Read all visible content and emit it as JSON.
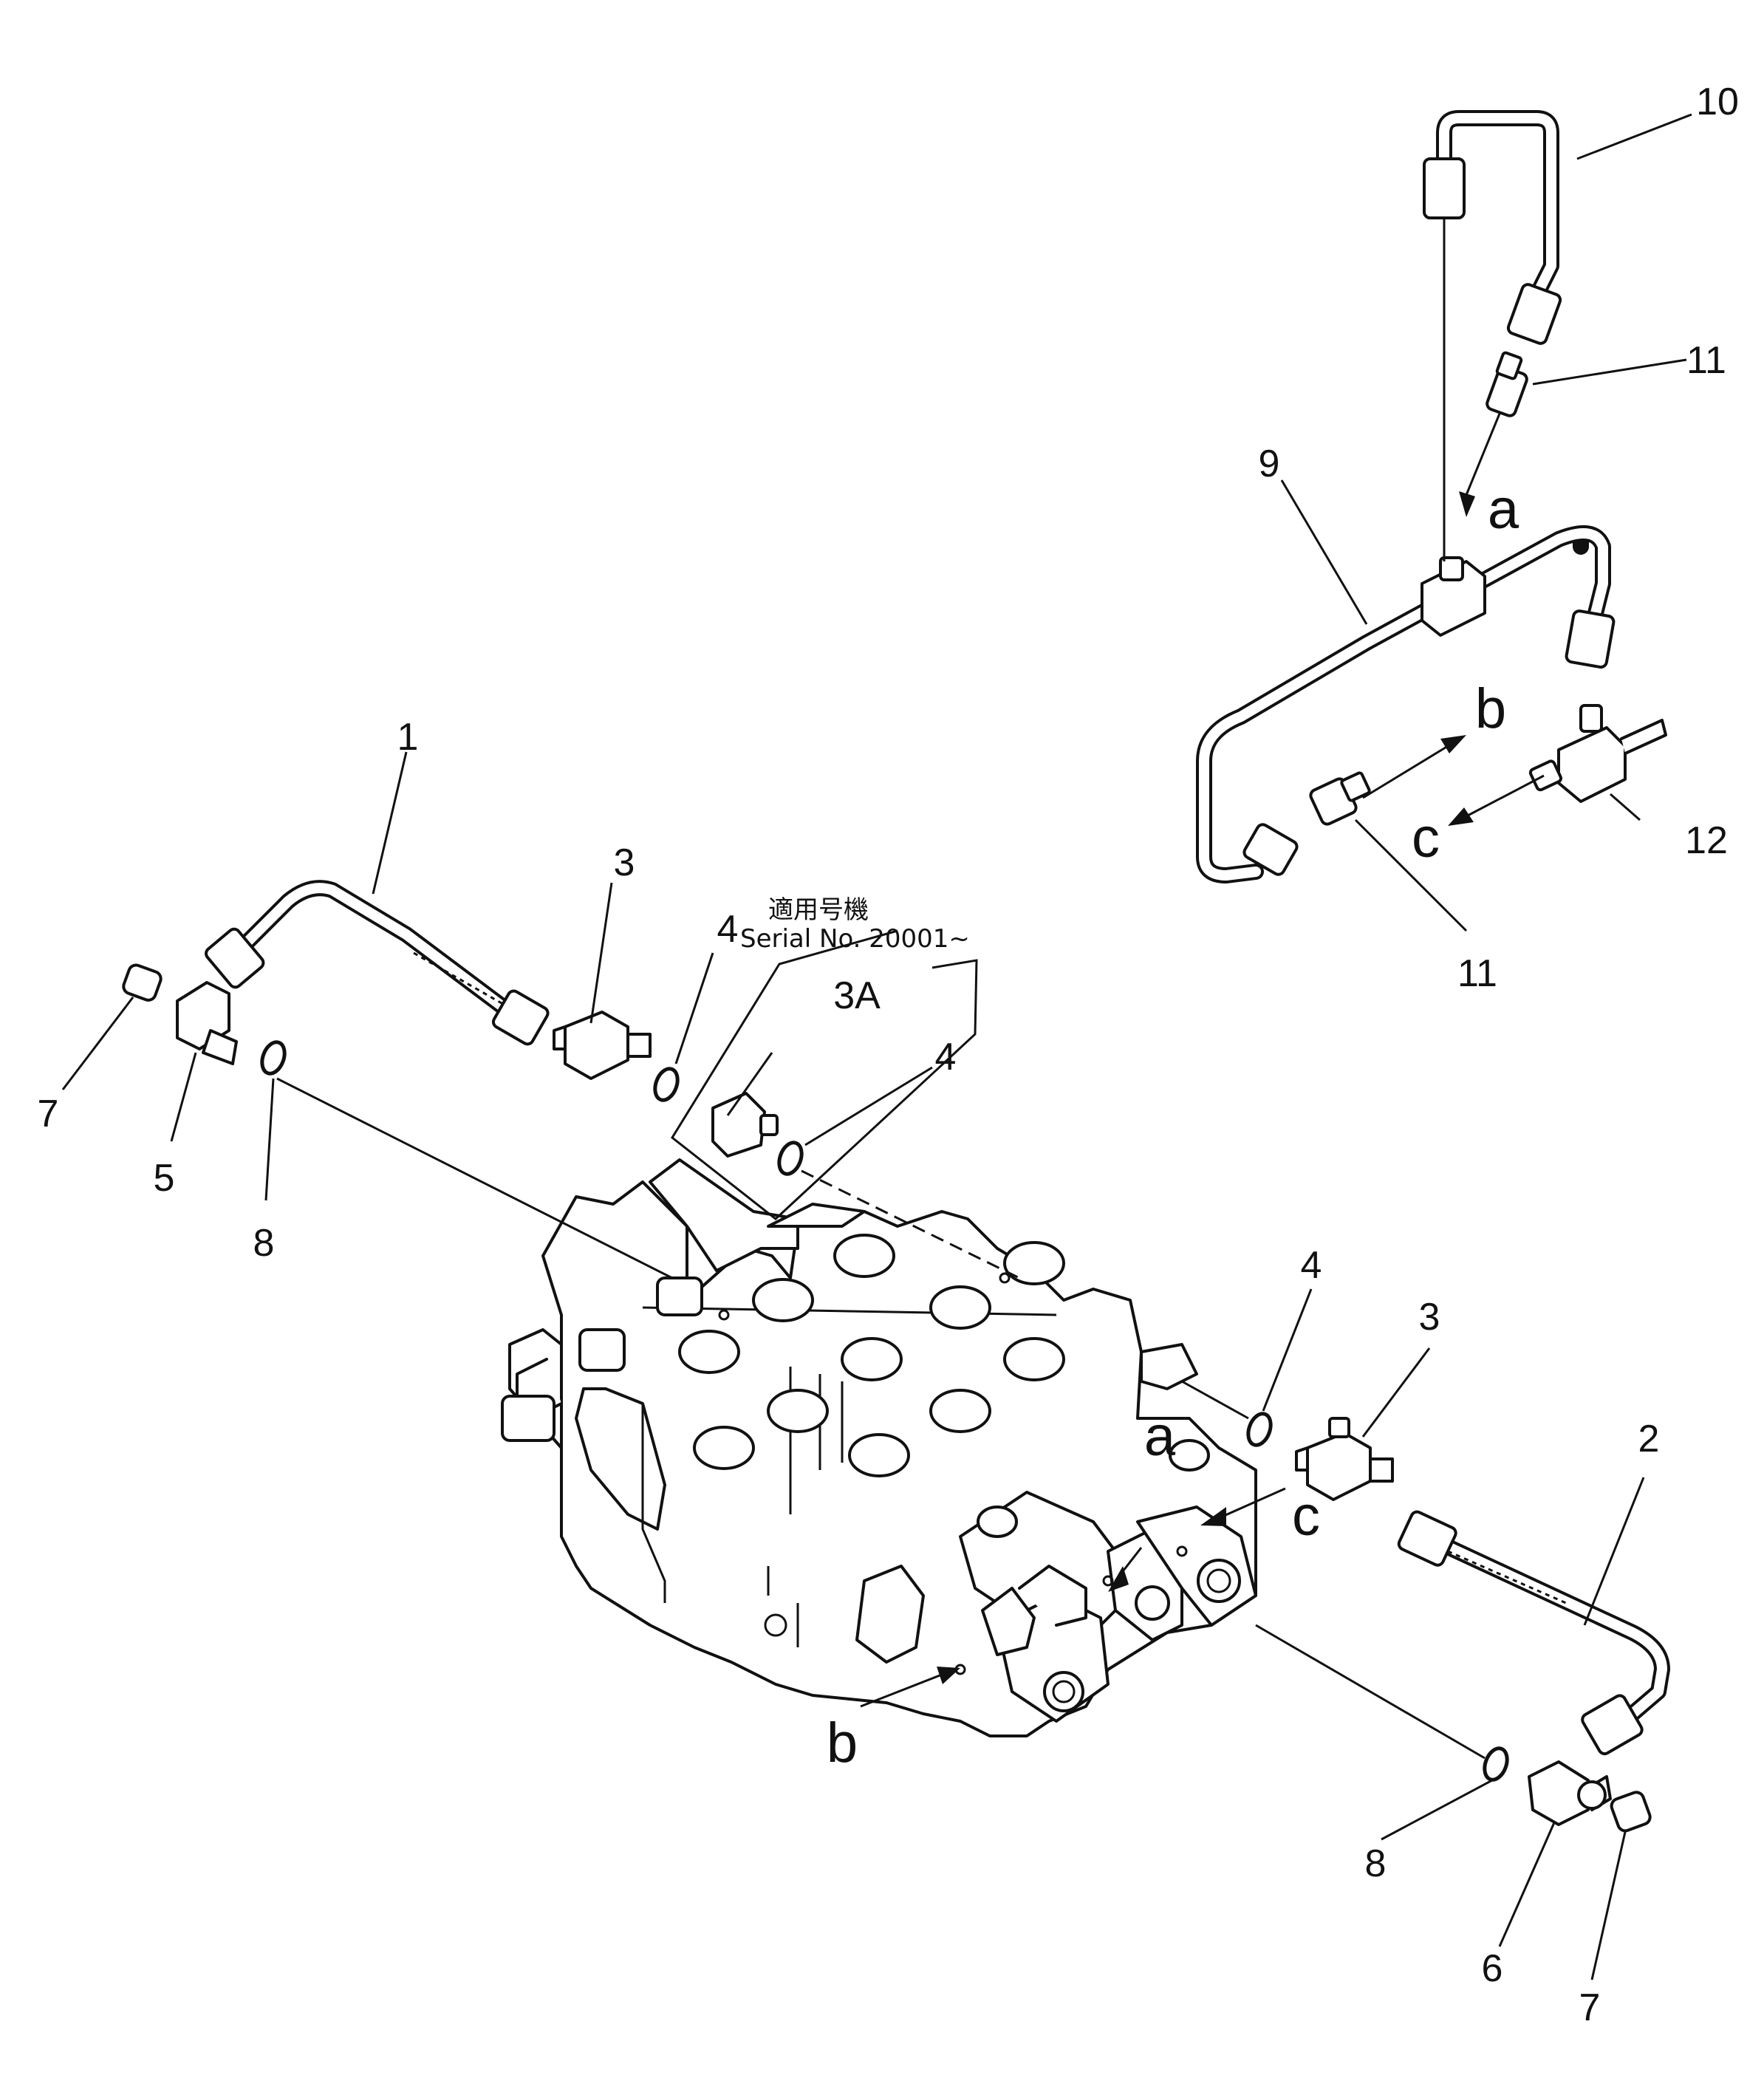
{
  "diagram": {
    "labels": {
      "p1": "1",
      "p2": "2",
      "p3_left": "3",
      "p3_right": "3",
      "p3a": "3A",
      "p4_left": "4",
      "p4_note": "4",
      "p4_right": "4",
      "p5": "5",
      "p6": "6",
      "p7_left": "7",
      "p7_right": "7",
      "p8_left": "8",
      "p8_right": "8",
      "p9": "9",
      "p10": "10",
      "p11_top": "11",
      "p11_bottom": "11",
      "p12": "12"
    },
    "connection_letters": {
      "a_top": "a",
      "b_top": "b",
      "c_top": "c",
      "a_valve": "a",
      "b_valve": "b",
      "c_valve": "c"
    },
    "note": {
      "line1": "適用号機",
      "line2": "Serial  No.  20001~"
    }
  }
}
